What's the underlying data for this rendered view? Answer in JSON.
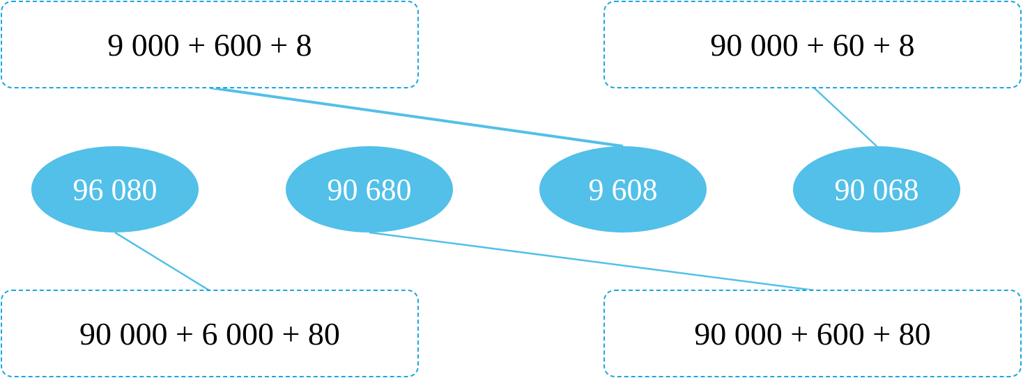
{
  "expressions": [
    "9 000 + 600 + 8",
    "90 000 + 60 + 8",
    "90 000 + 6 000 + 80",
    "90 000 + 600 + 80"
  ],
  "numbers": [
    "96 080",
    "90 680",
    "9 608",
    "90 068"
  ],
  "colors": {
    "line": "#52c0e8",
    "oval": "#52c0e8",
    "border": "#1aa7e0"
  }
}
